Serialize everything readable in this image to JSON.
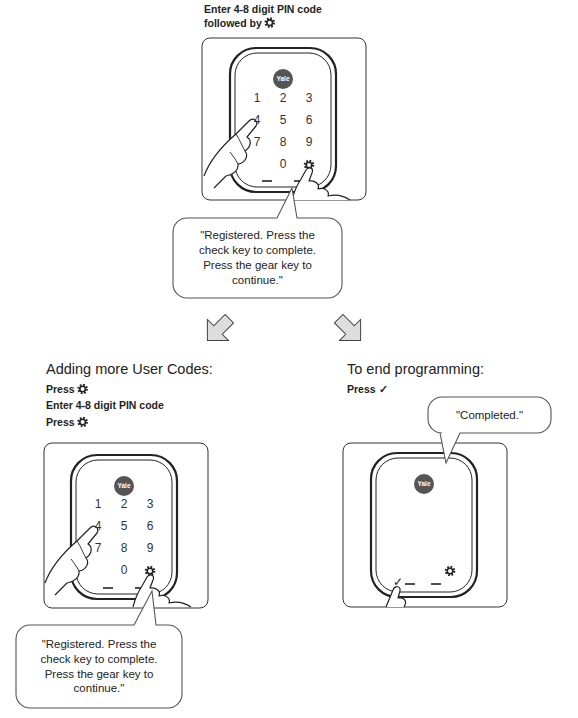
{
  "diagram": {
    "nodes": [
      {
        "text": [
          "\"Registered. Press the check key to complete. Press the gear key to continue.\""
        ]
      },
      {
        "text": [
          "\"Registered. Press the check key to complete. Press the gear key to continue.\""
        ]
      },
      {
        "text": [
          "\"Completed.\""
        ]
      }
    ],
    "labels": [
      "Enter 4-8 digit PIN code followed by",
      "Yale",
      "1",
      "2",
      "3",
      "4",
      "5",
      "6",
      "7",
      "8",
      "9",
      "0",
      "Adding more User Codes:",
      "Press",
      "Enter 4-8 digit PIN code",
      "Press",
      "To end programming:",
      "Press ✓",
      "Yale",
      "1",
      "2",
      "3",
      "4",
      "5",
      "6",
      "7",
      "8",
      "9",
      "0",
      "Yale",
      "✓"
    ]
  }
}
